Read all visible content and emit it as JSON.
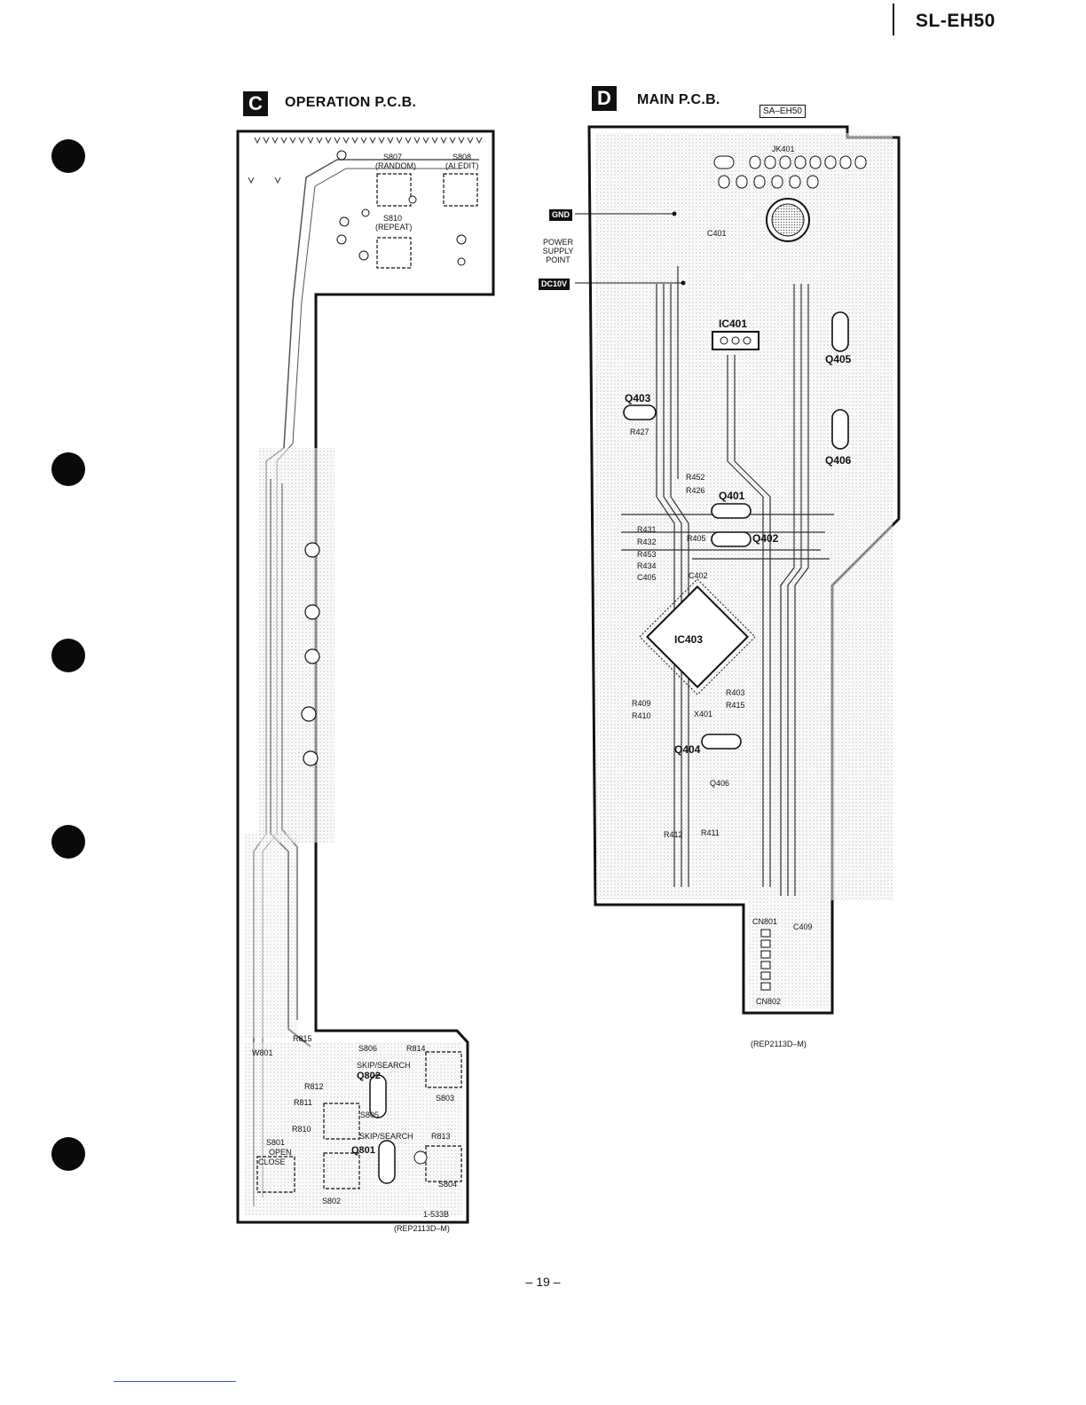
{
  "header": {
    "model": "SL-EH50"
  },
  "section_c": {
    "badge": "C",
    "title": "OPERATION P.C.B.",
    "part_number": "(REP2113D–M)",
    "switches": [
      "S807 (RANDOM)",
      "S808 (AI EDIT)",
      "S810 (REPEAT)",
      "S806",
      "S805",
      "S803",
      "S804",
      "S801",
      "S802"
    ],
    "labels": {
      "s807": "S807",
      "random": "(RANDOM)",
      "s808": "S808",
      "aiedit": "(AI EDIT)",
      "s810": "S810",
      "repeat": "(REPEAT)",
      "s806": "S806",
      "skip1": "SKIP/SEARCH",
      "s805": "S805",
      "skip2": "SKIP/SEARCH",
      "s803": "S803",
      "s804": "S804",
      "s801": "S801",
      "open": "OPEN",
      "close": "CLOSE",
      "s802": "S802",
      "q802": "Q802",
      "q801": "Q801",
      "r815": "R815",
      "r814": "R814",
      "r812": "R812",
      "r813": "R813",
      "r811": "R811",
      "r810": "R810",
      "w801": "W801",
      "code": "1-533B"
    }
  },
  "section_d": {
    "badge": "D",
    "title": "MAIN P.C.B.",
    "model_box": "SA–EH50",
    "part_number": "(REP2113D–M)",
    "gnd": "GND",
    "power_supply": [
      "POWER",
      "SUPPLY",
      "POINT"
    ],
    "dc": "DC10V",
    "components": {
      "jk401": "JK401",
      "ic401": "IC401",
      "ic403": "IC403",
      "q401": "Q401",
      "q402": "Q402",
      "q403": "Q403",
      "q404": "Q404",
      "q405": "Q405",
      "q406": "Q406",
      "c401": "C401",
      "c402": "C402",
      "c409": "C409",
      "cn801": "CN801",
      "cn802": "CN802",
      "x401": "X401",
      "r427": "R427",
      "r409": "R409",
      "r410": "R410",
      "r412": "R412",
      "r411": "R411",
      "r431": "R431",
      "r432": "R432",
      "r453": "R453",
      "r434": "R434",
      "c405": "C405",
      "r452": "R452",
      "r426": "R426",
      "r405": "R405",
      "r403": "R403",
      "r415": "R415",
      "q406l": "Q406"
    }
  },
  "footer": {
    "page": "– 19 –"
  }
}
